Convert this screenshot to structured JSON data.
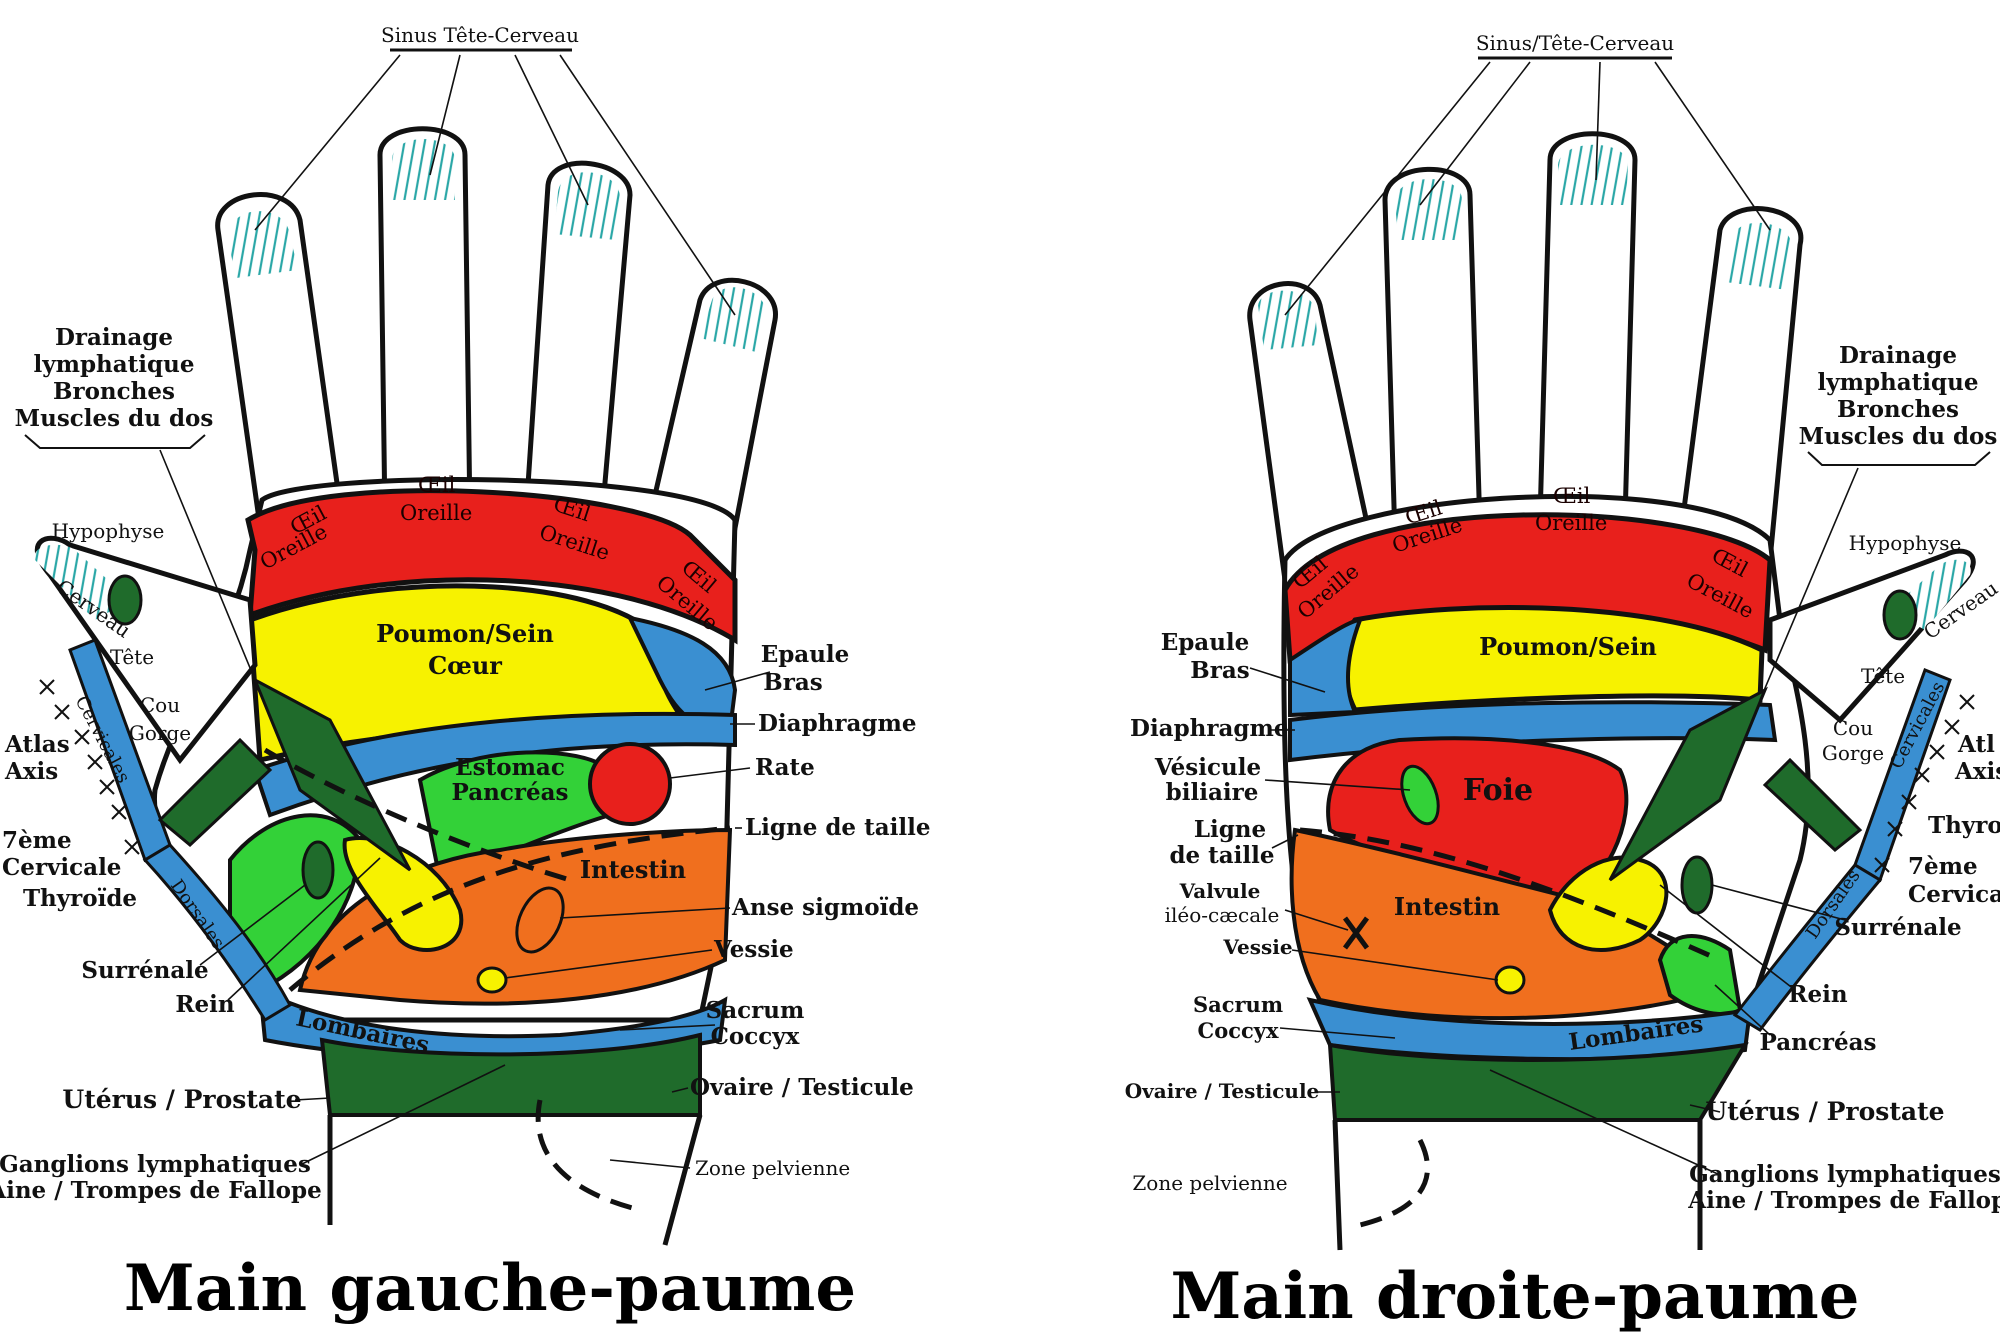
{
  "colors": {
    "red": "#e8201c",
    "yellow": "#f7f200",
    "blue": "#3a8fd1",
    "green_dark": "#1f6b2b",
    "green_light": "#33d138",
    "orange": "#f06f1e",
    "nail_teal": "#2aa7a7"
  },
  "left_hand": {
    "title": "Main gauche-paume",
    "labels": {
      "sinus": "Sinus Tête-Cerveau",
      "drainage": [
        "Drainage",
        "lymphatique",
        "Bronches",
        "Muscles du dos"
      ],
      "hypophyse": "Hypophyse",
      "cerveau": "Cerveau",
      "tete": "Tête",
      "cou": "Cou",
      "gorge": "Gorge",
      "atlas": "Atlas",
      "axis": "Axis",
      "septieme": "7ème",
      "cervicale": "Cervicale",
      "thyroide": "Thyroïde",
      "surrenale": "Surrénale",
      "rein": "Rein",
      "cervicales": "Cervicales",
      "dorsales": "Dorsales",
      "lombaires": "Lombaires",
      "oeil1": "Œil",
      "oreille1": "Oreille",
      "oeil2": "Œil",
      "oreille2": "Oreille",
      "oeil3": "Œil",
      "oreille3": "Oreille",
      "oeil4": "Œil",
      "oreille4": "Oreille",
      "poumon": "Poumon/Sein",
      "coeur": "Cœur",
      "estomac": "Estomac",
      "pancreas": "Pancréas",
      "intestin": "Intestin",
      "epaule": "Epaule",
      "bras": "Bras",
      "diaphragme": "Diaphragme",
      "rate": "Rate",
      "ligne_taille": "Ligne de taille",
      "anse": "Anse sigmoïde",
      "vessie": "Vessie",
      "sacrum": "Sacrum",
      "coccyx": "Coccyx",
      "ovaire": "Ovaire / Testicule",
      "zone_pelvienne": "Zone pelvienne",
      "uterus": "Utérus / Prostate",
      "ganglions": "Ganglions lymphatiques",
      "aine": "Aine / Trompes de Fallope"
    }
  },
  "right_hand": {
    "title": "Main droite-paume",
    "labels": {
      "sinus": "Sinus/Tête-Cerveau",
      "drainage": [
        "Drainage",
        "lymphatique",
        "Bronches",
        "Muscles du dos"
      ],
      "hypophyse": "Hypophyse",
      "cerveau": "Cerveau",
      "tete": "Tête",
      "cou": "Cou",
      "gorge": "Gorge",
      "atlas": "Atl",
      "axis": "Axis",
      "thyroide": "Thyro",
      "septieme": "7ème",
      "cervicale": "Cervical",
      "surrenale": "Surrénale",
      "rein": "Rein",
      "pancreas": "Pancréas",
      "cervicales": "Cervicales",
      "dorsales": "Dorsales",
      "lombaires": "Lombaires",
      "oeil1": "Œil",
      "oreille1": "Oreille",
      "oeil2": "Œil",
      "oreille2": "Oreille",
      "oeil3": "Œil",
      "oreille3": "Oreille",
      "oeil4": "Œil",
      "oreille4": "Oreille",
      "poumon": "Poumon/Sein",
      "foie": "Foie",
      "intestin": "Intestin",
      "epaule": "Epaule",
      "bras": "Bras",
      "diaphragme": "Diaphragme",
      "vesicule": "Vésicule",
      "biliaire": "biliaire",
      "ligne": "Ligne",
      "de_taille": "de taille",
      "valvule": "Valvule",
      "ileo": "iléo-cæcale",
      "vessie": "Vessie",
      "sacrum": "Sacrum",
      "coccyx": "Coccyx",
      "ovaire": "Ovaire / Testicule",
      "zone_pelvienne": "Zone pelvienne",
      "uterus": "Utérus / Prostate",
      "ganglions": "Ganglions lymphatiques",
      "aine": "Aine / Trompes de Fallope"
    }
  }
}
